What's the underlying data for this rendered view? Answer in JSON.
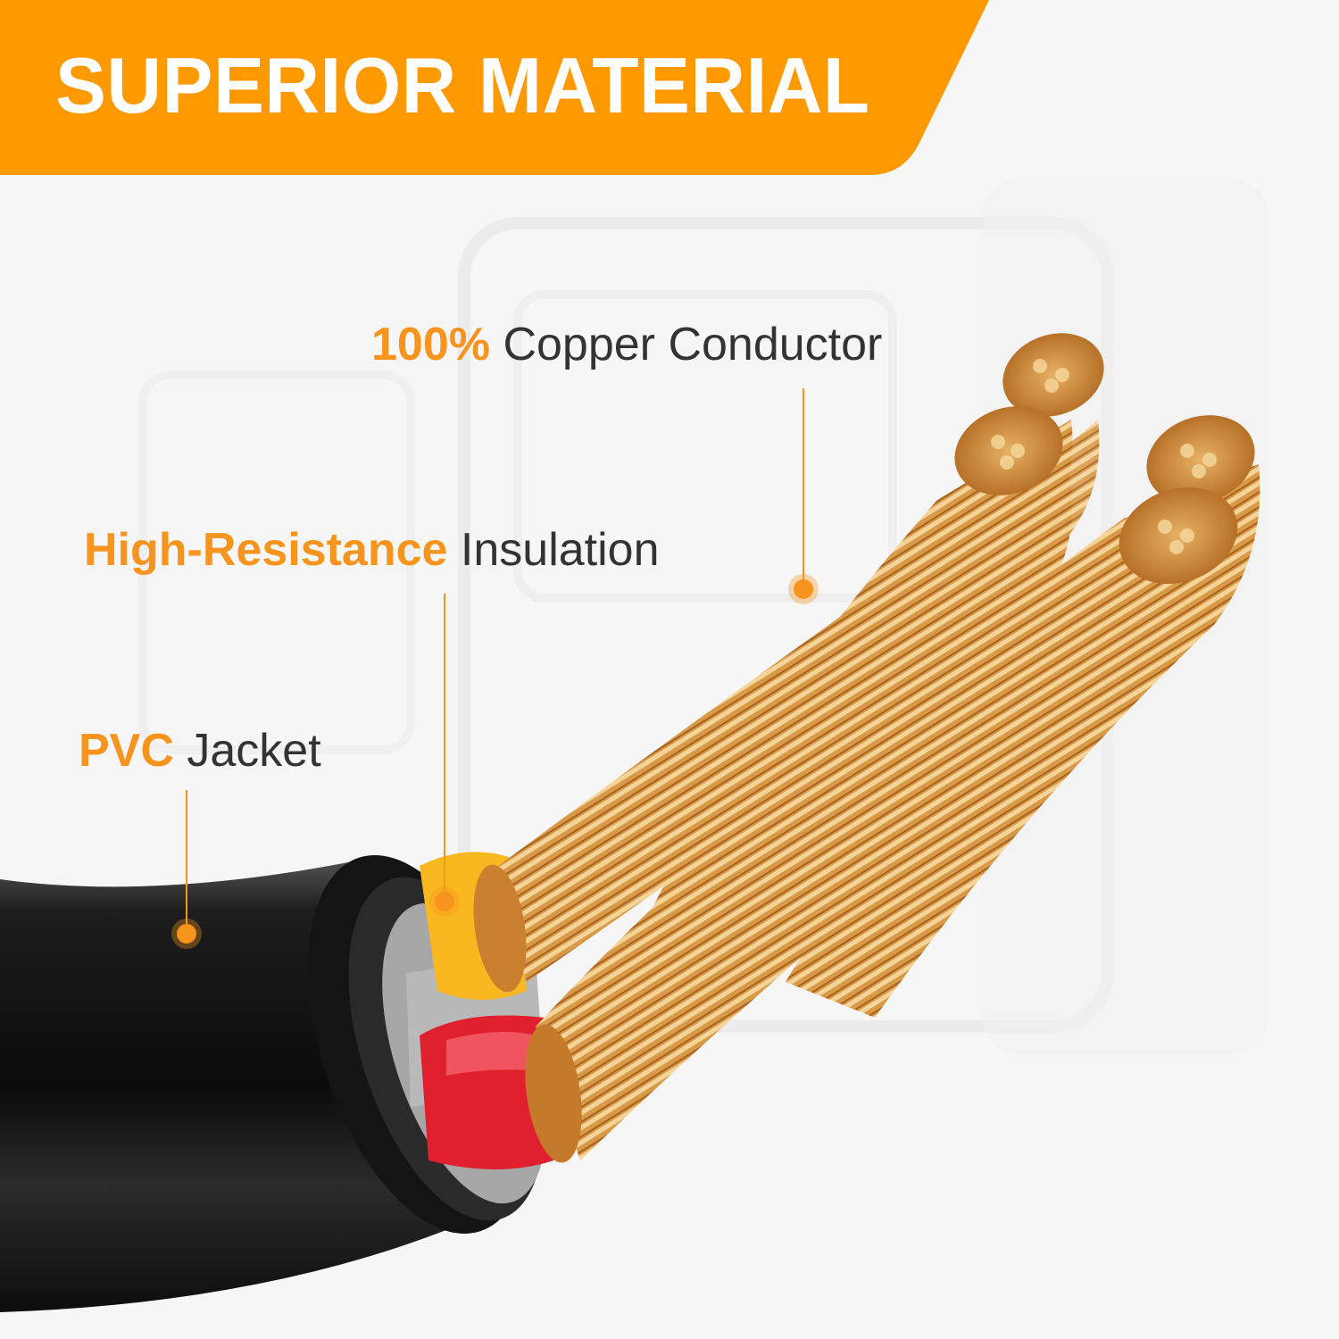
{
  "banner": {
    "title": "SUPERIOR MATERIAL",
    "color": "#ff9900"
  },
  "callouts": [
    {
      "highlight": "100%",
      "text": "Copper Conductor",
      "target": "copper-conductor"
    },
    {
      "highlight": "High-Resistance",
      "text": "Insulation",
      "target": "insulation"
    },
    {
      "highlight": "PVC",
      "text": "Jacket",
      "target": "pvc-jacket"
    }
  ],
  "colors": {
    "accent": "#f7941d",
    "text": "#333333",
    "jacket": "#1a1a1a",
    "insulation_yellow": "#f9b820",
    "insulation_red": "#e0202e",
    "filler_gray": "#a8a8a8",
    "copper": "#d9973e"
  }
}
